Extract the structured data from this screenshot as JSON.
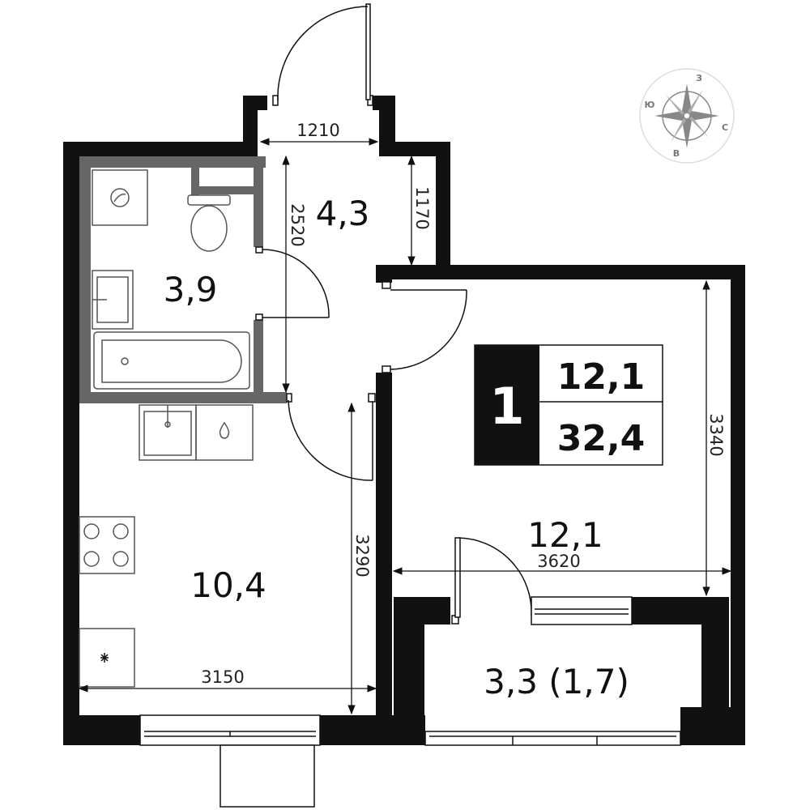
{
  "rooms": {
    "hall_area": "4,3",
    "bathroom_area": "3,9",
    "kitchen_area": "10,4",
    "living_area": "12,1",
    "balcony_area": "3,3 (1,7)"
  },
  "dimensions": {
    "hall_width": "1210",
    "hall_length": "2520",
    "hall_depth": "1170",
    "kitchen_height": "3290",
    "kitchen_width": "3150",
    "living_height": "3340",
    "living_width": "3620"
  },
  "badge": {
    "rooms_count": "1",
    "living_area": "12,1",
    "total_area": "32,4"
  },
  "compass": {
    "north": "С",
    "south": "Ю",
    "west": "З",
    "east": "В"
  },
  "colors": {
    "wall": "#111111",
    "partition": "#666666",
    "fixture": "#555555"
  }
}
